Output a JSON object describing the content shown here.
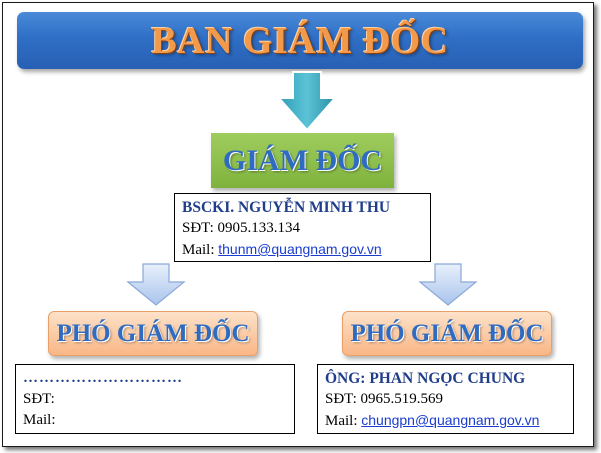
{
  "banner": {
    "title": "BAN GIÁM ĐỐC"
  },
  "director": {
    "title": "GIÁM ĐỐC",
    "name": "BSCKI. NGUYỄN MINH THU",
    "phone_label": "SĐT:",
    "phone": "0905.133.134",
    "mail_label": "Mail:",
    "email": "thunm@quangnam.gov.vn"
  },
  "deputy_left": {
    "title": "PHÓ GIÁM ĐỐC",
    "name": "…………………………",
    "phone_label": "SĐT:",
    "mail_label": "Mail:"
  },
  "deputy_right": {
    "title": "PHÓ GIÁM ĐỐC",
    "name": "ÔNG: PHAN NGỌC CHUNG",
    "phone_label": "SĐT:",
    "phone": "0965.519.569",
    "mail_label": "Mail:",
    "email": "chungpn@quangnam.gov.vn"
  },
  "colors": {
    "banner": "#2f6fc6",
    "banner_text": "#f29a4a",
    "director_box": "#8dbf48",
    "deputy_box": "#fbc89c",
    "title_text": "#2f6bc0"
  }
}
